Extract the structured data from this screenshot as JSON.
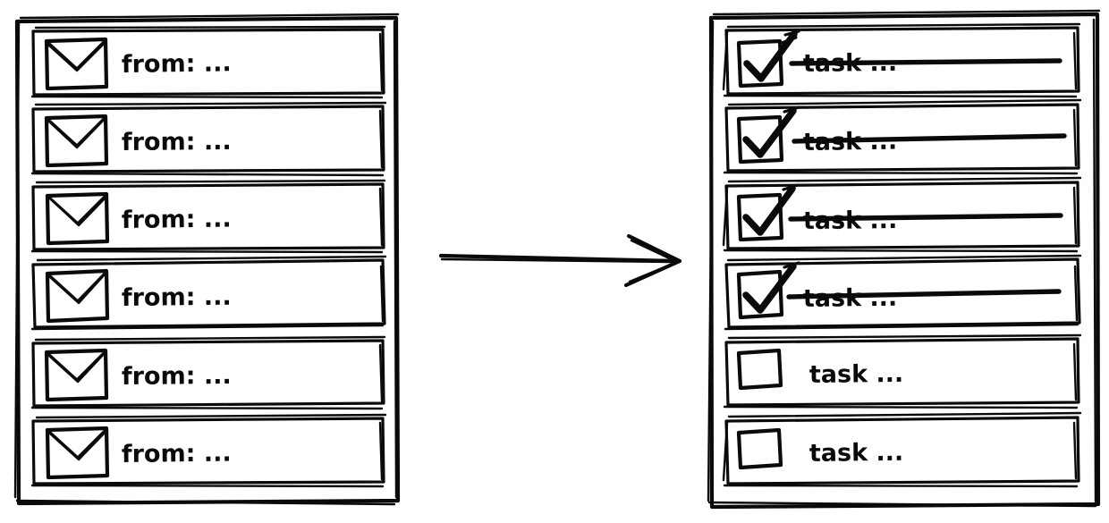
{
  "diagram": {
    "title": "Inbox messages transformed into task checklist",
    "style": "hand-drawn sketch",
    "ink_color": "#0a0a0a",
    "background_color": "#ffffff"
  },
  "left_panel": {
    "name": "inbox-list",
    "row_count": 6,
    "icon": "envelope-icon",
    "rows": [
      {
        "label": "from: ...",
        "icon": "envelope-icon"
      },
      {
        "label": "from: ...",
        "icon": "envelope-icon"
      },
      {
        "label": "from: ...",
        "icon": "envelope-icon"
      },
      {
        "label": "from: ...",
        "icon": "envelope-icon"
      },
      {
        "label": "from: ...",
        "icon": "envelope-icon"
      },
      {
        "label": "from: ...",
        "icon": "envelope-icon"
      }
    ]
  },
  "connector": {
    "name": "transform-arrow",
    "icon": "arrow-right-icon",
    "label": ""
  },
  "right_panel": {
    "name": "task-list",
    "row_count": 6,
    "rows": [
      {
        "label": "task ...",
        "icon": "checkbox-checked-icon",
        "checked": true,
        "struck_through": true
      },
      {
        "label": "task ...",
        "icon": "checkbox-checked-icon",
        "checked": true,
        "struck_through": true
      },
      {
        "label": "task ...",
        "icon": "checkbox-checked-icon",
        "checked": true,
        "struck_through": true
      },
      {
        "label": "task ...",
        "icon": "checkbox-checked-icon",
        "checked": true,
        "struck_through": true
      },
      {
        "label": "task ...",
        "icon": "checkbox-empty-icon",
        "checked": false,
        "struck_through": false
      },
      {
        "label": "task ...",
        "icon": "checkbox-empty-icon",
        "checked": false,
        "struck_through": false
      }
    ]
  }
}
